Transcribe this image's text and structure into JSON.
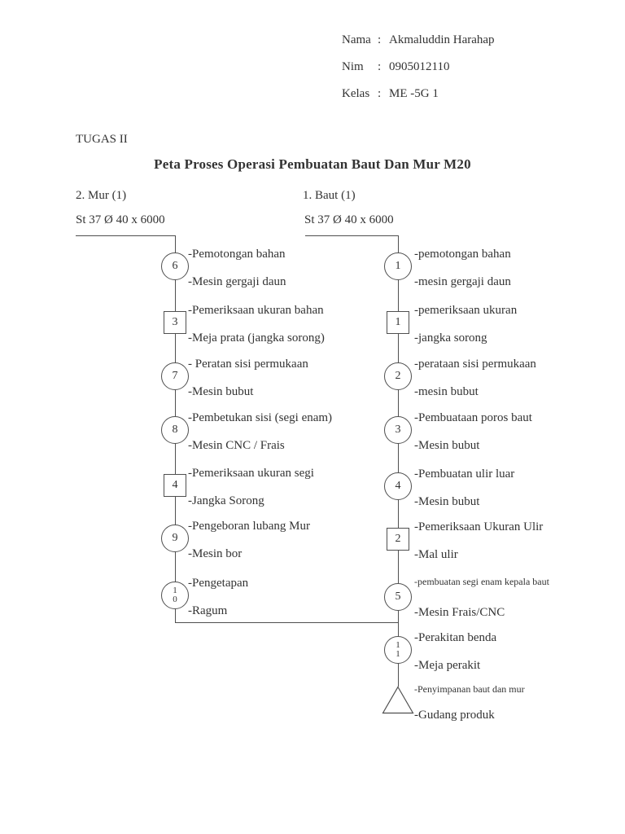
{
  "colors": {
    "ink": "#333333",
    "line": "#4f4f4f",
    "background": "#ffffff"
  },
  "info": {
    "rows": [
      {
        "label": "Nama",
        "sep": ":",
        "value": "Akmaluddin Harahap"
      },
      {
        "label": "Nim",
        "sep": ":",
        "value": "0905012110"
      },
      {
        "label": "Kelas",
        "sep": ":",
        "value": "ME -5G 1"
      }
    ]
  },
  "assignment_label": "TUGAS II",
  "title": "Peta Proses Operasi Pembuatan Baut Dan Mur M20",
  "columns": [
    {
      "heading": "2. Mur (1)",
      "material": "St 37 Ø 40 x 6000",
      "nodes": [
        {
          "shape": "circle",
          "num": "6",
          "line1": "-Pemotongan bahan",
          "line2": "-Mesin gergaji daun"
        },
        {
          "shape": "square",
          "num": "3",
          "line1": "-Pemeriksaan ukuran bahan",
          "line2": "-Meja prata (jangka sorong)"
        },
        {
          "shape": "circle",
          "num": "7",
          "line1": "- Peratan sisi permukaan",
          "line2": "-Mesin bubut"
        },
        {
          "shape": "circle",
          "num": "8",
          "line1": "-Pembetukan sisi (segi enam)",
          "line2": "-Mesin CNC / Frais"
        },
        {
          "shape": "square",
          "num": "4",
          "line1": "-Pemeriksaan ukuran segi",
          "line2": "-Jangka Sorong"
        },
        {
          "shape": "circle",
          "num": "9",
          "line1": "-Pengeboran lubang Mur",
          "line2": "-Mesin bor"
        },
        {
          "shape": "circle",
          "num": "10",
          "num_lines": [
            "1",
            "0"
          ],
          "line1": "-Pengetapan",
          "line2": "-Ragum"
        }
      ]
    },
    {
      "heading": "1. Baut (1)",
      "material": "St 37 Ø 40 x 6000",
      "nodes": [
        {
          "shape": "circle",
          "num": "1",
          "line1": "-pemotongan bahan",
          "line2": "-mesin gergaji daun"
        },
        {
          "shape": "square",
          "num": "1",
          "line1": "-pemeriksaan ukuran",
          "line2": "-jangka sorong"
        },
        {
          "shape": "circle",
          "num": "2",
          "line1": "-perataan sisi permukaan",
          "line2": "-mesin bubut"
        },
        {
          "shape": "circle",
          "num": "3",
          "line1": "-Pembuataan poros baut",
          "line2": "-Mesin bubut"
        },
        {
          "shape": "circle",
          "num": "4",
          "line1": "-Pembuatan ulir luar",
          "line2": "-Mesin bubut"
        },
        {
          "shape": "square",
          "num": "2",
          "line1": "-Pemeriksaan Ukuran Ulir",
          "line2": "-Mal ulir"
        },
        {
          "shape": "circle",
          "num": "5",
          "line1": "-pembuatan segi enam kepala baut",
          "line2": "-Mesin Frais/CNC"
        },
        {
          "shape": "circle",
          "num": "11",
          "num_lines": [
            "1",
            "1"
          ],
          "line1": "-Perakitan benda",
          "line2": "-Meja perakit"
        },
        {
          "shape": "triangle",
          "line1": "-Penyimpanan baut dan mur",
          "line2": "-Gudang produk"
        }
      ]
    }
  ]
}
